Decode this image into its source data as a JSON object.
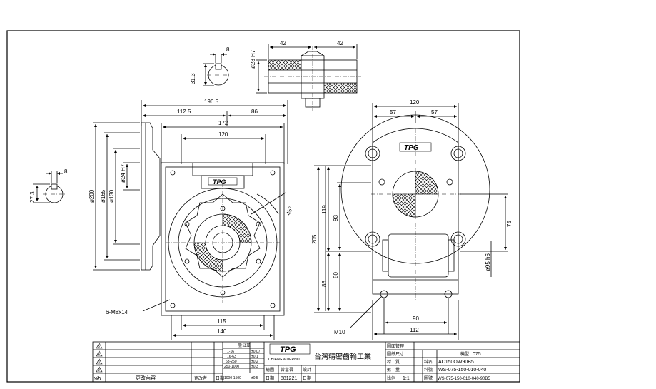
{
  "top_detail": {
    "keyway_width": "8",
    "keyway_height": "31.3",
    "bore": "ø28 H7",
    "left_len": "42",
    "right_len": "42"
  },
  "front_view": {
    "overall_width": "196.5",
    "left_part": "112.5",
    "right_part": "86",
    "width_172": "172",
    "width_120": "120",
    "dia_200": "ø200",
    "dia_165": "ø165",
    "dia_130": "ø130",
    "bore_24": "ø24 H7",
    "angle": "45°",
    "bottom_115": "115",
    "bottom_140": "140",
    "bolt_note": "6-M8x14",
    "key_width": "8",
    "key_height": "27.3"
  },
  "side_view": {
    "top_120": "120",
    "left_57": "57",
    "right_57": "57",
    "h_119": "119",
    "h_93": "93",
    "h_205": "205",
    "h_80": "80",
    "h_86": "86",
    "h_75": "75",
    "shaft_dia": "ø95 h6",
    "bottom_90": "90",
    "bottom_112": "112",
    "bolt_note": "M10"
  },
  "logo": {
    "text": "TPG",
    "sub": "CHIANG & DERNO"
  },
  "title_block": {
    "rev_marks": [
      "5",
      "4",
      "3",
      "2",
      "1"
    ],
    "rev_no": "NO.",
    "rev_content": "更改內容",
    "rev_person": "更改者",
    "rev_date": "日期",
    "tol_header": "一般公差",
    "tol_rows": [
      [
        "1-16",
        "±0.07"
      ],
      [
        "16-63",
        "±0.1"
      ],
      [
        "63-250",
        "±0.2"
      ],
      [
        "250-1000",
        "±0.3"
      ],
      [
        "1000-1500",
        "±0.5"
      ]
    ],
    "draw_label": "繪圖",
    "draw_person": "曾富吾",
    "design_label": "設計",
    "date_label": "日期",
    "date_value": "881221",
    "company": "台灣精密齒輪工業",
    "right_labels": [
      "圖面管理",
      "圖紙尺寸",
      "材　質",
      "數　量",
      "比例"
    ],
    "scale": "1:1",
    "model_label": "機型",
    "model_value": "075",
    "part_label": "料名",
    "part_value": "AC150OW90B5",
    "spec_label": "料號",
    "spec_value": "WS-075-150-010-040",
    "drawing_label": "圖號",
    "drawing_value": "WS-075-150-010-040-90B5"
  }
}
